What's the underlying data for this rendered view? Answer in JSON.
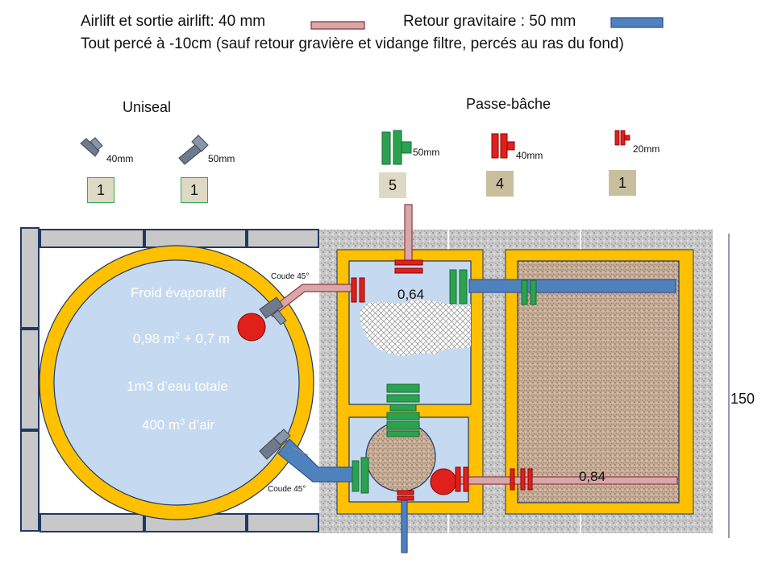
{
  "legend": {
    "airlift_label": "Airlift et sortie airlift: 40 mm",
    "retour_label": "Retour gravitaire  : 50 mm",
    "note": "Tout percé à -10cm (sauf retour gravière et vidange filtre, percés au ras du fond)",
    "airlift_color": "#d8a7aa",
    "retour_color": "#4f81bd"
  },
  "uniseal": {
    "title": "Uniseal",
    "items": [
      {
        "size": "40mm",
        "count": "1"
      },
      {
        "size": "50mm",
        "count": "1"
      }
    ]
  },
  "passe_bache": {
    "title": "Passe-bâche",
    "items": [
      {
        "size": "50mm",
        "count": "5"
      },
      {
        "size": "40mm",
        "count": "4"
      },
      {
        "size": "20mm",
        "count": "1"
      }
    ]
  },
  "tank": {
    "line1": "Froid évaporatif",
    "line2_main": "0,98 m",
    "line2_sup": "2",
    "line2_rest": " + 0,7 m",
    "line3": "1m3 d’eau totale",
    "line4_main": "400 m",
    "line4_sup": "3",
    "line4_rest": " d’air"
  },
  "labels": {
    "coude_top": "Coude 45°",
    "coude_bottom": "Coude 45°",
    "value_top": "0,64",
    "value_bottom": "0,84",
    "dimension": "150"
  },
  "colors": {
    "yellow": "#ffc000",
    "water": "#c5d9f1",
    "pipe_blue": "#4f81bd",
    "pipe_pink": "#d8a7aa",
    "green": "#2ba24f",
    "red": "#e0201b",
    "wall_gray": "#c8c8c8"
  }
}
